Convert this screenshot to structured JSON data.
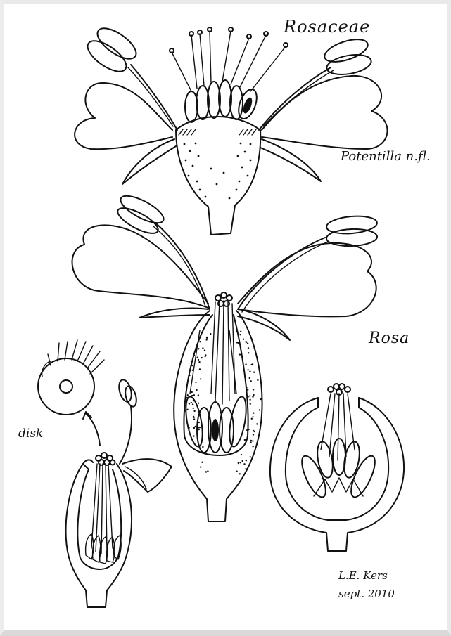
{
  "labels": {
    "family": "Rosaceae",
    "potentilla": "Potentilla n.fl.",
    "rosa": "Rosa",
    "disk": "disk",
    "author": "L.E. Kers",
    "date": "sept. 2010"
  },
  "colors": {
    "ink": "#111111",
    "paper": "#ffffff"
  }
}
